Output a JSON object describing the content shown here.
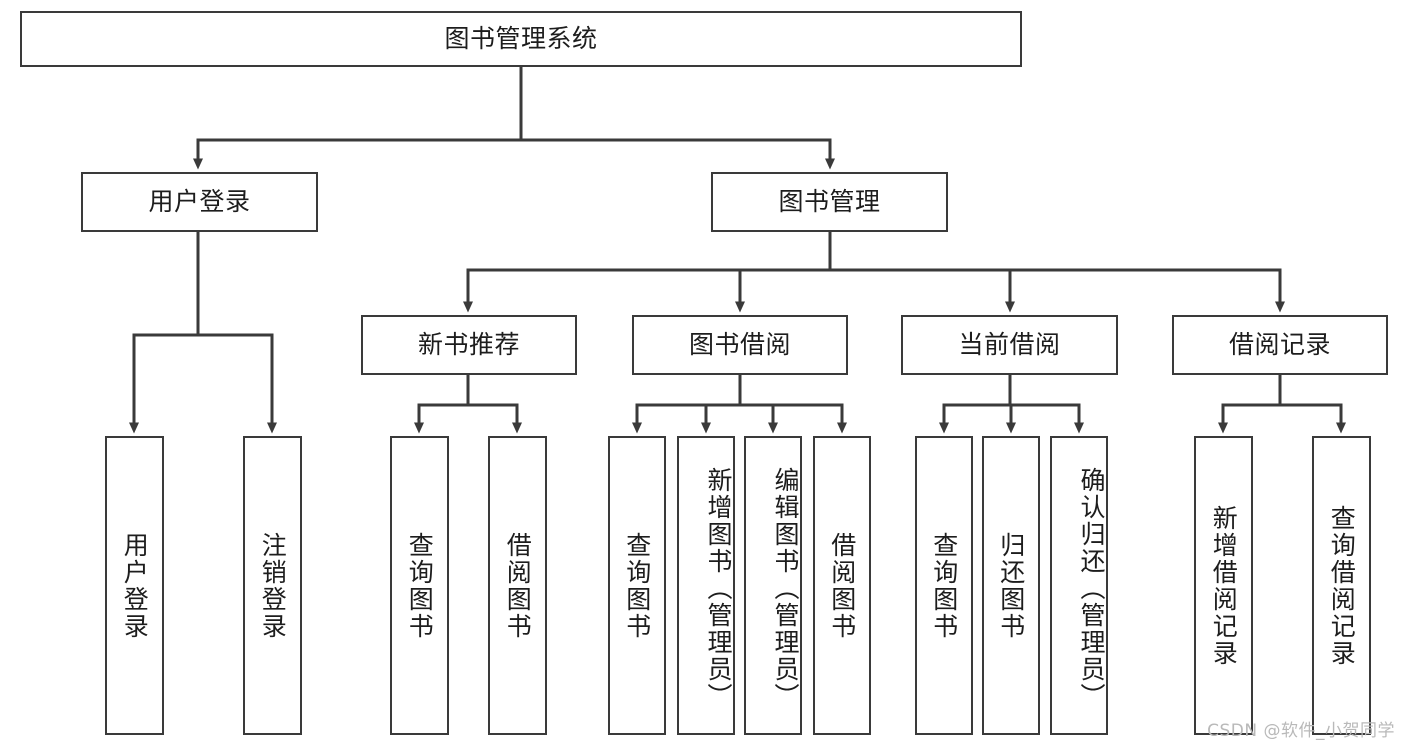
{
  "diagram": {
    "title": "图书管理系统",
    "watermark": "CSDN @软件_小贺同学",
    "stroke_color": "#3a3a3a",
    "text_color": "#1d1d1d",
    "background_color": "#ffffff",
    "nodes": {
      "root": "图书管理系统",
      "level2": [
        {
          "id": "user-login",
          "label": "用户登录"
        },
        {
          "id": "book-management",
          "label": "图书管理"
        }
      ],
      "level3": [
        {
          "id": "new-book-recommend",
          "label": "新书推荐"
        },
        {
          "id": "book-borrow",
          "label": "图书借阅"
        },
        {
          "id": "current-borrow",
          "label": "当前借阅"
        },
        {
          "id": "borrow-record",
          "label": "借阅记录"
        }
      ],
      "leaves": {
        "user-login": [
          {
            "id": "leaf-user-login",
            "label": "用户登录"
          },
          {
            "id": "leaf-logout",
            "label": "注销登录"
          }
        ],
        "new-book-recommend": [
          {
            "id": "leaf-query-book-1",
            "label": "查询图书"
          },
          {
            "id": "leaf-borrow-book-1",
            "label": "借阅图书"
          }
        ],
        "book-borrow": [
          {
            "id": "leaf-query-book-2",
            "label": "查询图书"
          },
          {
            "id": "leaf-add-book",
            "label": "新增图书（管理员）"
          },
          {
            "id": "leaf-edit-book",
            "label": "编辑图书（管理员）"
          },
          {
            "id": "leaf-borrow-book-2",
            "label": "借阅图书"
          }
        ],
        "current-borrow": [
          {
            "id": "leaf-query-book-3",
            "label": "查询图书"
          },
          {
            "id": "leaf-return-book",
            "label": "归还图书"
          },
          {
            "id": "leaf-confirm-return",
            "label": "确认归还（管理员）"
          }
        ],
        "borrow-record": [
          {
            "id": "leaf-add-record",
            "label": "新增借阅记录"
          },
          {
            "id": "leaf-query-record",
            "label": "查询借阅记录"
          }
        ]
      }
    }
  }
}
